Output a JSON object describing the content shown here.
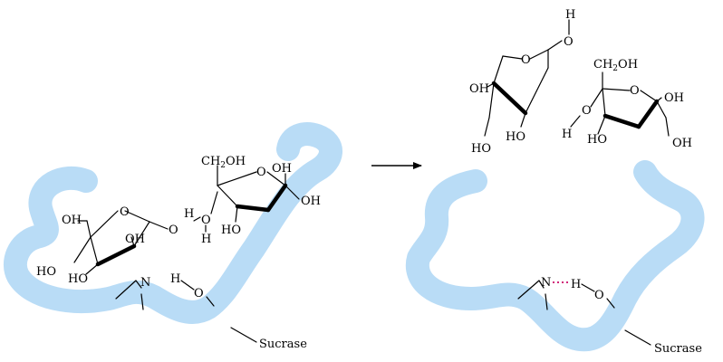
{
  "colors": {
    "enzyme": "#b9dcf6",
    "highlight_magenta": "#d1267a",
    "highlight_orange": "#e08a1e",
    "hbond_dots": "#d1267a",
    "ink": "#000000"
  },
  "left_panel": {
    "enzyme_label": "Sucrase",
    "glucose_labels": {
      "oh_top": "OH",
      "oh_c3": "OH",
      "ho_c4": "HO",
      "ho_c2": "HO",
      "o_ring": "O",
      "o_glyco": "O"
    },
    "bridge_labels": {
      "h_top": "H",
      "o_mid": "O",
      "h_bot": "H"
    },
    "fructose_labels": {
      "ch2oh": "CH2OH",
      "oh_top": "OH",
      "oh_right": "OH",
      "ho_bottom": "HO",
      "o_ring": "O"
    },
    "site_labels": {
      "n": "N",
      "h": "H",
      "o": "O"
    }
  },
  "right_panel": {
    "enzyme_label": "Sucrase",
    "glucose_labels": {
      "h_top": "H",
      "o_top": "O",
      "o_ring": "O",
      "oh_left": "OH",
      "ho_a": "HO",
      "ho_b": "HO"
    },
    "fructose_labels": {
      "ch2oh": "CH2OH",
      "oh_anomeric": "OH",
      "oh_right": "OH",
      "ho_bottom": "HO",
      "o_left": "O",
      "h_left": "H",
      "o_ring": "O"
    },
    "site_labels": {
      "n": "N",
      "h": "H",
      "o": "O"
    }
  },
  "reaction_arrow": {
    "direction": "right"
  }
}
